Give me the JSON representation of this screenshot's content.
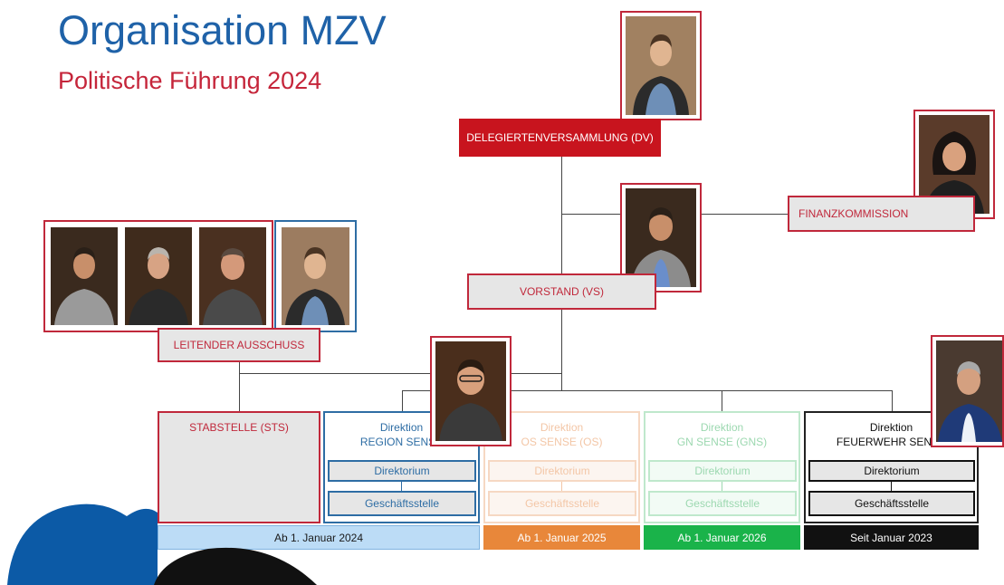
{
  "header": {
    "title": "Organisation MZV",
    "subtitle": "Politische Führung 2024"
  },
  "nodes": {
    "dv": "DELEGIERTENVERSAMMLUNG (DV)",
    "vs": "VORSTAND (VS)",
    "fk": "FINANZKOMMISSION",
    "la": "LEITENDER AUSSCHUSS"
  },
  "columns": [
    {
      "head_line1": "STABSTELLE (STS)",
      "head_line2": "",
      "sub1": "",
      "sub2": "",
      "footer": "Ab 1. Januar 2024"
    },
    {
      "head_line1": "Direktion",
      "head_line2": "REGION SENSE",
      "sub1": "Direktorium",
      "sub2": "Geschäftsstelle",
      "footer": ""
    },
    {
      "head_line1": "Direktion",
      "head_line2": "OS SENSE (OS)",
      "sub1": "Direktorium",
      "sub2": "Geschäftsstelle",
      "footer": "Ab 1. Januar 2025"
    },
    {
      "head_line1": "Direktion",
      "head_line2": "GN SENSE (GNS)",
      "sub1": "Direktorium",
      "sub2": "Geschäftsstelle",
      "footer": "Ab 1. Januar 2026"
    },
    {
      "head_line1": "Direktion",
      "head_line2": "FEUERWEHR SENSE",
      "sub1": "Direktorium",
      "sub2": "Geschäftsstelle",
      "footer": "Seit Januar 2023"
    }
  ],
  "colors": {
    "title_blue": "#1f62a8",
    "brand_red": "#c0283b",
    "dv_red": "#c8141e",
    "region_blue": "#2e6da4",
    "os_orange": "#e8873a",
    "gn_green": "#1ab34a",
    "fw_black": "#111111",
    "footer_lightblue": "#bcdcf6"
  }
}
